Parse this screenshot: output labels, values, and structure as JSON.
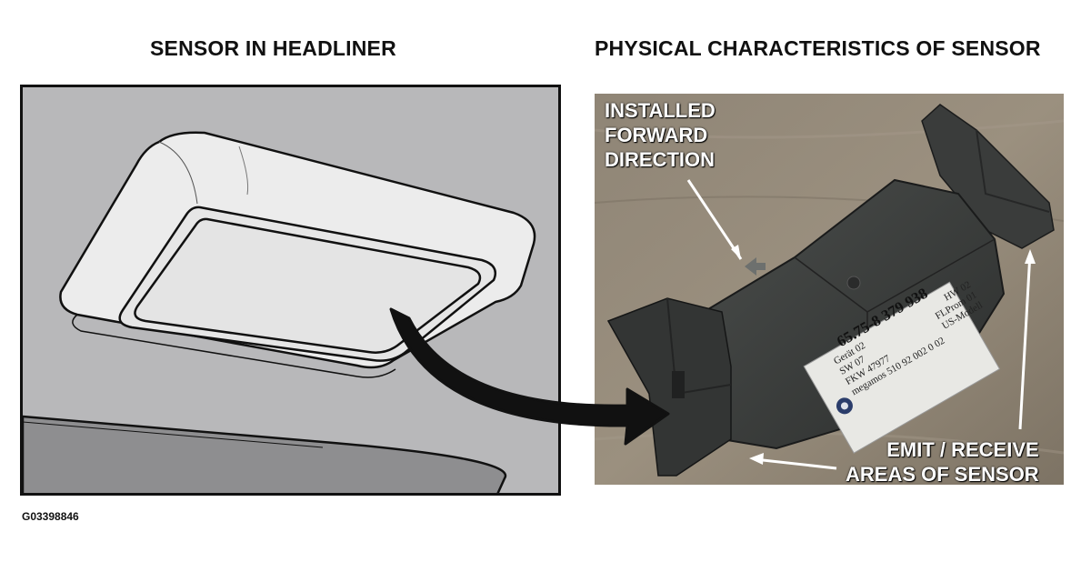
{
  "titles": {
    "left": "SENSOR IN HEADLINER",
    "right": "PHYSICAL CHARACTERISTICS OF SENSOR"
  },
  "figure_code": "G03398846",
  "labels": {
    "forward_line1": "INSTALLED",
    "forward_line2": "FORWARD",
    "forward_line3": "DIRECTION",
    "emit_line1": "EMIT / RECEIVE",
    "emit_line2": "AREAS OF SENSOR"
  },
  "sensor_label": {
    "part_number": "65.75-8 379 938",
    "row1_left": "Gerät 02",
    "row1_right": "HW 02",
    "row2_left": "SW 07",
    "row2_right": "FLProm 01",
    "row3_left": "FKW 47977",
    "row3_right": "US-Modell",
    "row4": "megamos 510 92 002 0 02"
  }
}
